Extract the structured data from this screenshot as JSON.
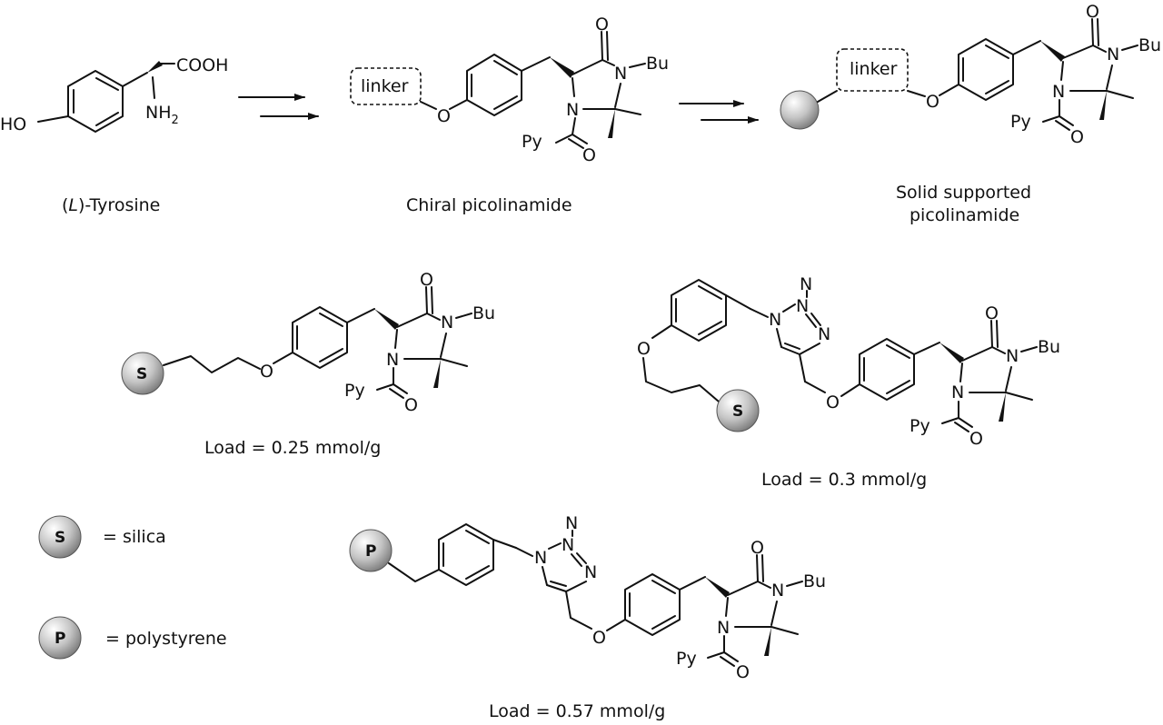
{
  "atoms": {
    "ho": "HO",
    "cooh": "COOH",
    "nh": "NH",
    "nh_sub": "2",
    "o": "O",
    "n": "N",
    "bu": "Bu",
    "py": "Py",
    "linker": "linker"
  },
  "beads": {
    "silica_letter": "S",
    "polystyrene_letter": "P",
    "bead_color": "#b9b9b9"
  },
  "captions": {
    "tyrosine_prefix": "(",
    "tyrosine_italic": "L",
    "tyrosine_suffix": ")-Tyrosine",
    "chiral": "Chiral picolinamide",
    "solid_line1": "Solid supported",
    "solid_line2": "picolinamide",
    "load_silica_propyl": "Load = 0.25 mmol/g",
    "load_silica_triazole": "Load = 0.3 mmol/g",
    "load_polystyrene": "Load = 0.57 mmol/g"
  },
  "legend": {
    "silica": "= silica",
    "polystyrene": "= polystyrene"
  }
}
